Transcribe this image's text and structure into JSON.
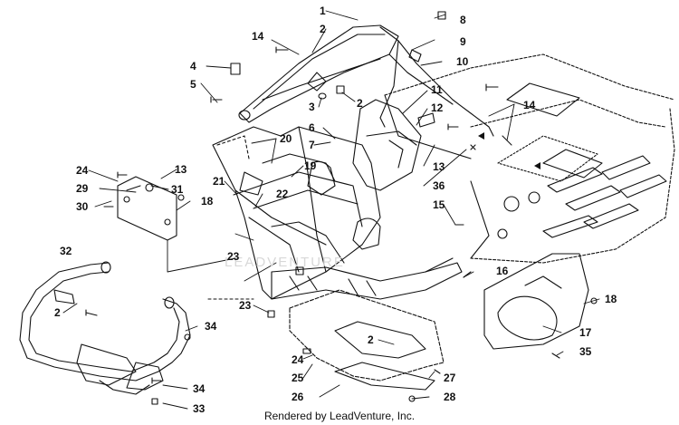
{
  "watermark": "LEADVENTURE",
  "footer": "Rendered by LeadVenture, Inc.",
  "callouts": [
    {
      "id": "c1",
      "text": "1"
    },
    {
      "id": "c2a",
      "text": "2"
    },
    {
      "id": "c8",
      "text": "8"
    },
    {
      "id": "c14a",
      "text": "14"
    },
    {
      "id": "c9",
      "text": "9"
    },
    {
      "id": "c4",
      "text": "4"
    },
    {
      "id": "c10",
      "text": "10"
    },
    {
      "id": "c5",
      "text": "5"
    },
    {
      "id": "c2b",
      "text": "2"
    },
    {
      "id": "c3",
      "text": "3"
    },
    {
      "id": "c11",
      "text": "11"
    },
    {
      "id": "c12",
      "text": "12"
    },
    {
      "id": "c14b",
      "text": "14"
    },
    {
      "id": "c6",
      "text": "6"
    },
    {
      "id": "c20",
      "text": "20"
    },
    {
      "id": "c7",
      "text": "7"
    },
    {
      "id": "c13a",
      "text": "13"
    },
    {
      "id": "c19",
      "text": "19"
    },
    {
      "id": "c24a",
      "text": "24"
    },
    {
      "id": "c13b",
      "text": "13"
    },
    {
      "id": "c36",
      "text": "36"
    },
    {
      "id": "c29",
      "text": "29"
    },
    {
      "id": "c31",
      "text": "31"
    },
    {
      "id": "c21",
      "text": "21"
    },
    {
      "id": "c22",
      "text": "22"
    },
    {
      "id": "c18a",
      "text": "18"
    },
    {
      "id": "c30",
      "text": "30"
    },
    {
      "id": "c15",
      "text": "15"
    },
    {
      "id": "c32",
      "text": "32"
    },
    {
      "id": "c23a",
      "text": "23"
    },
    {
      "id": "c16",
      "text": "16"
    },
    {
      "id": "c2c",
      "text": "2"
    },
    {
      "id": "c23b",
      "text": "23"
    },
    {
      "id": "c18b",
      "text": "18"
    },
    {
      "id": "c34a",
      "text": "34"
    },
    {
      "id": "c17",
      "text": "17"
    },
    {
      "id": "c2d",
      "text": "2"
    },
    {
      "id": "c35",
      "text": "35"
    },
    {
      "id": "c24b",
      "text": "24"
    },
    {
      "id": "c25",
      "text": "25"
    },
    {
      "id": "c27",
      "text": "27"
    },
    {
      "id": "c34b",
      "text": "34"
    },
    {
      "id": "c26",
      "text": "26"
    },
    {
      "id": "c28",
      "text": "28"
    },
    {
      "id": "c33",
      "text": "33"
    }
  ]
}
